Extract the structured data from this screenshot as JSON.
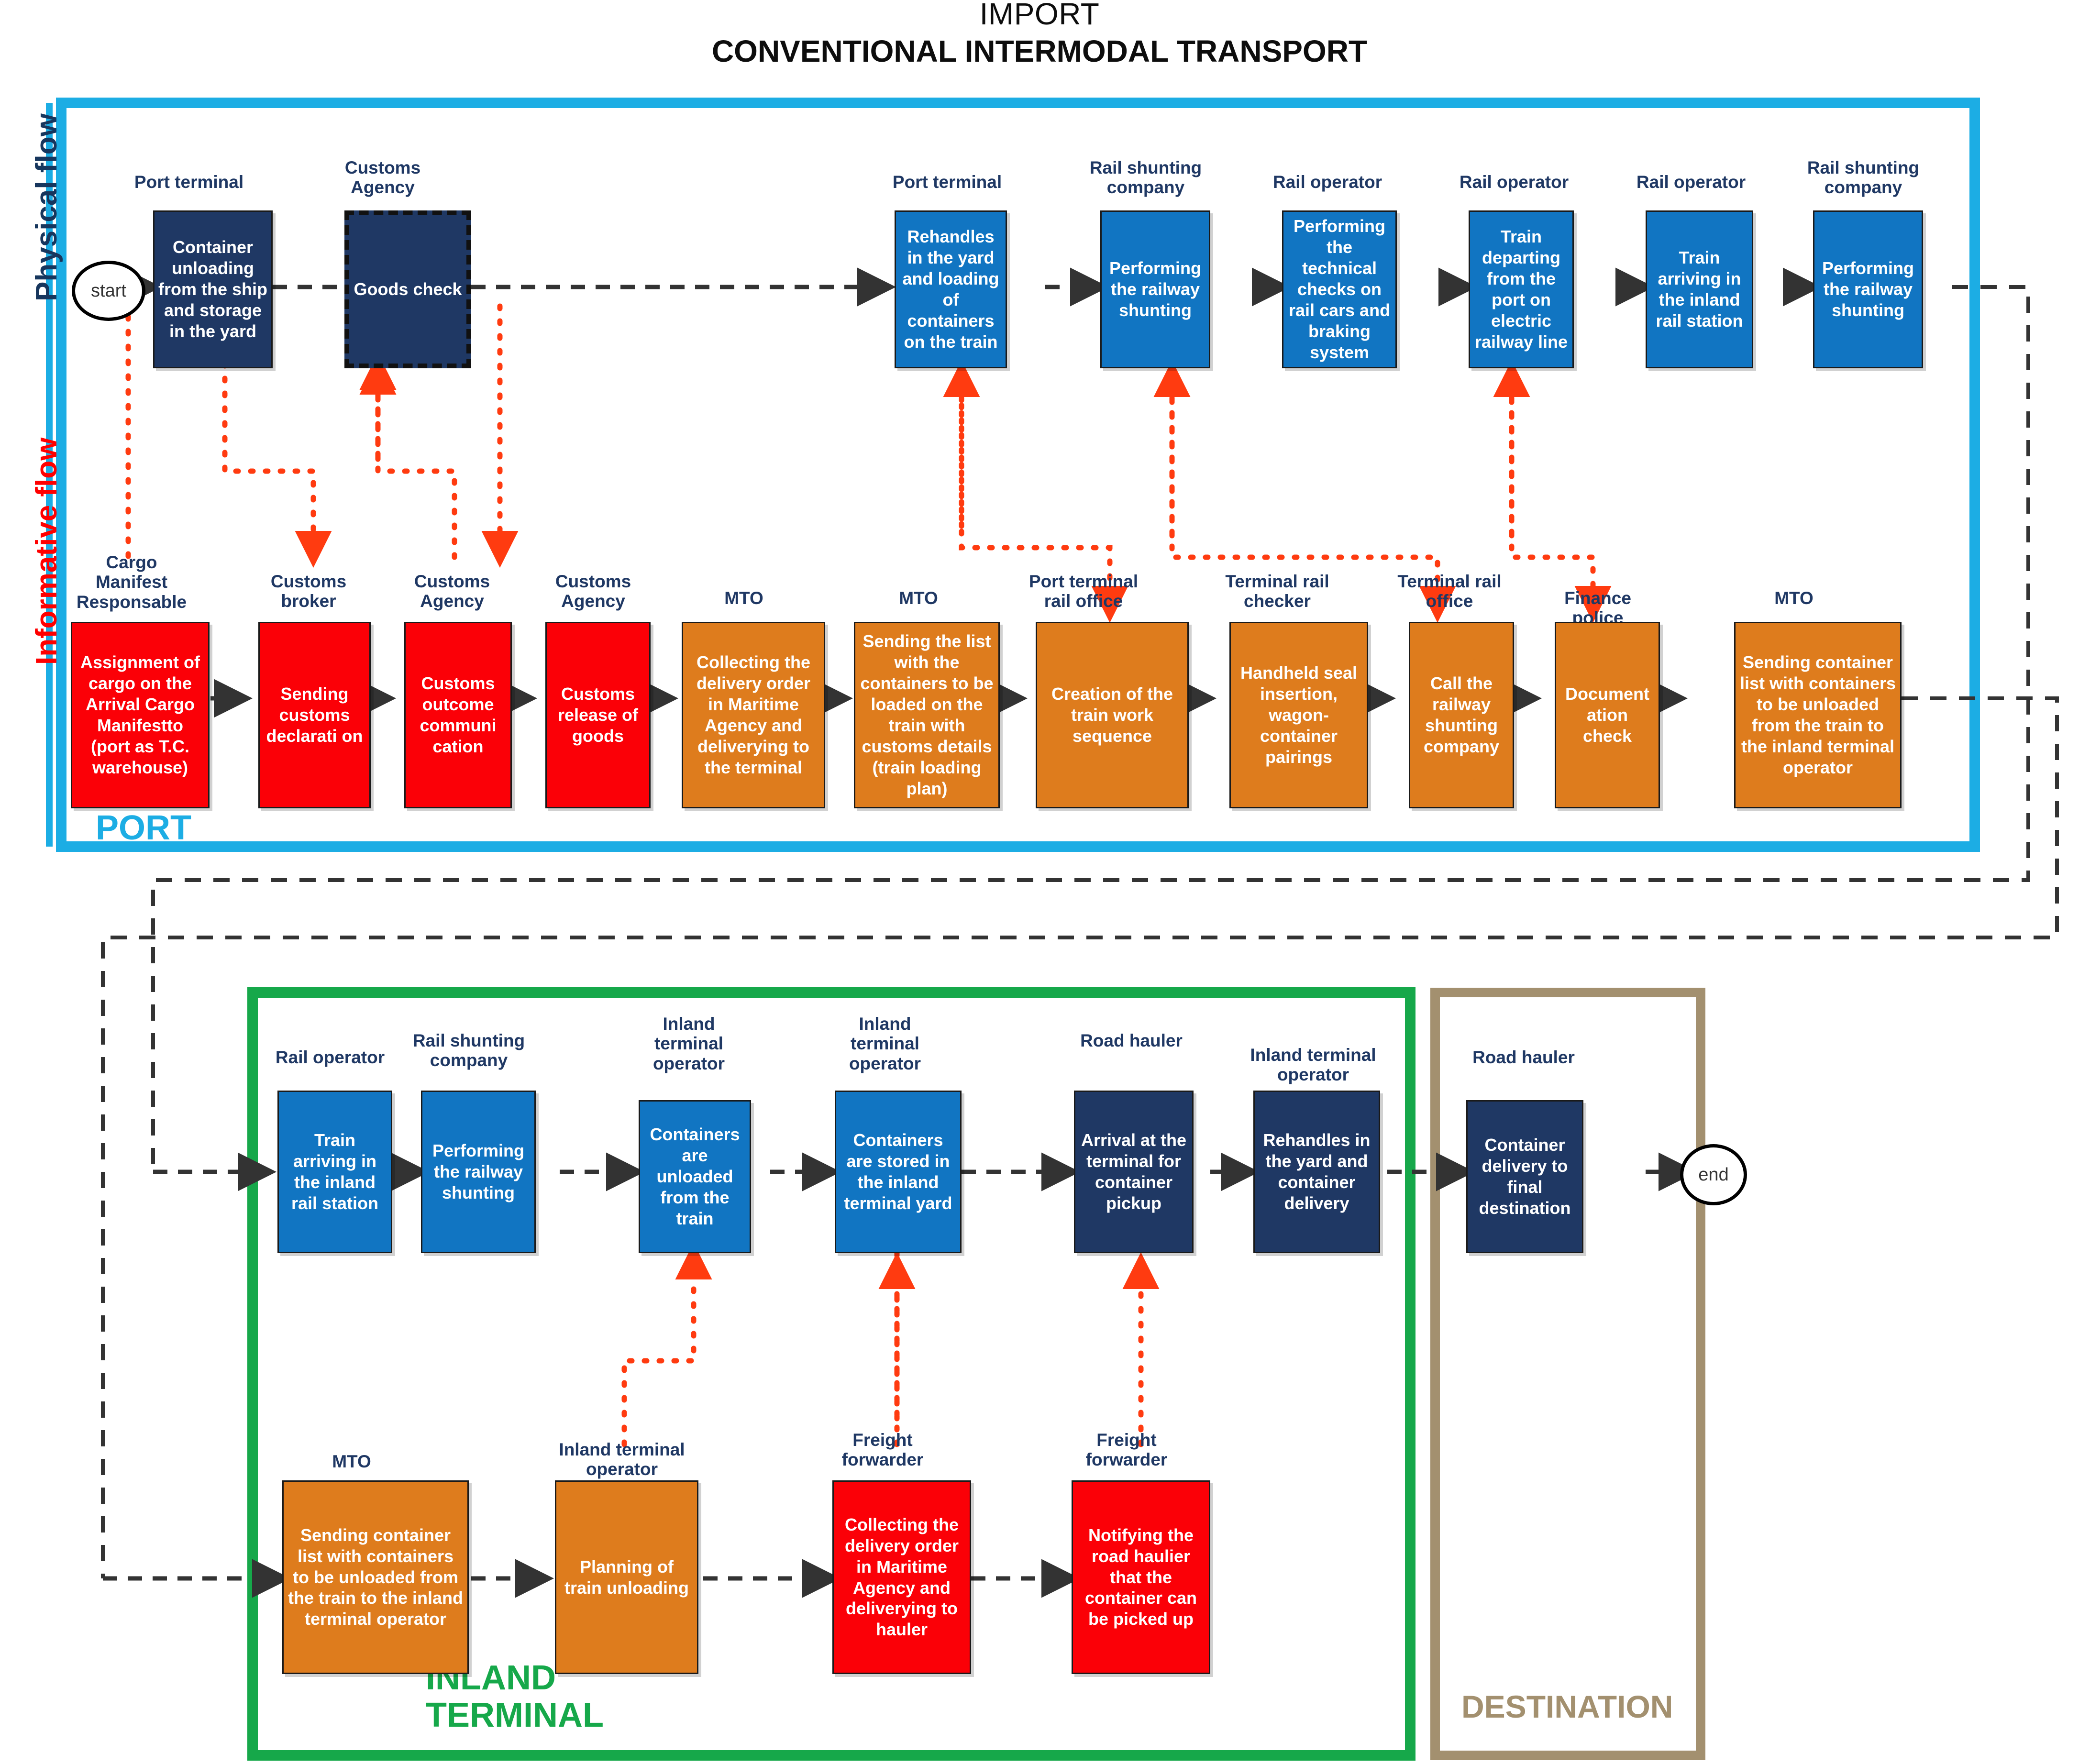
{
  "title": {
    "line1": "IMPORT",
    "line2": "CONVENTIONAL INTERMODAL TRANSPORT"
  },
  "side_labels": {
    "physical": "Physical flow",
    "informative": "Informative flow"
  },
  "zones": {
    "port": {
      "label": "PORT",
      "color": "#1cade4"
    },
    "inland": {
      "label_line1": "INLAND",
      "label_line2": "TERMINAL",
      "color": "#16a84a"
    },
    "destination": {
      "label": "DESTINATION",
      "color": "#a3906f"
    }
  },
  "terminals": {
    "start": "start",
    "end": "end"
  },
  "colors": {
    "navy": "#1f3864",
    "blue": "#1175c2",
    "red": "#fb0007",
    "orange": "#de7c1d",
    "actor_text": "#1f3864",
    "info_arrow": "#ff3b10",
    "flow_arrow": "#333333"
  },
  "port_physical": [
    {
      "actor": "Port terminal",
      "text": "Container unloading from the ship and storage in the yard",
      "fill": "navy"
    },
    {
      "actor": "Customs Agency",
      "text": "Goods check",
      "fill": "navy",
      "dashed_border": true
    },
    {
      "actor": "Port terminal",
      "text": "Rehandles in the yard and loading of containers on the train",
      "fill": "blue"
    },
    {
      "actor": "Rail shunting company",
      "text": "Performing the railway shunting",
      "fill": "blue"
    },
    {
      "actor": "Rail operator",
      "text": "Performing the technical checks on rail cars and braking system",
      "fill": "blue"
    },
    {
      "actor": "Rail operator",
      "text": "Train departing from the port on electric railway line",
      "fill": "blue"
    },
    {
      "actor": "Rail operator",
      "text": "Train arriving in the inland rail station",
      "fill": "blue"
    },
    {
      "actor": "Rail shunting company",
      "text": "Performing the railway shunting",
      "fill": "blue"
    }
  ],
  "port_informative": [
    {
      "actor": "Cargo Manifest Responsable",
      "text": "Assignment of cargo on the Arrival Cargo Manifestto (port as T.C. warehouse)",
      "fill": "red"
    },
    {
      "actor": "Customs broker",
      "text": "Sending customs declarati on",
      "fill": "red"
    },
    {
      "actor": "Customs Agency",
      "text": "Customs outcome communi cation",
      "fill": "red"
    },
    {
      "actor": "Customs Agency",
      "text": "Customs release of goods",
      "fill": "red"
    },
    {
      "actor": "MTO",
      "text": "Collecting the delivery order in Maritime Agency and deliverying to the terminal",
      "fill": "orange"
    },
    {
      "actor": "MTO",
      "text": "Sending the list with the containers to be loaded on the train with customs details (train loading plan)",
      "fill": "orange"
    },
    {
      "actor": "Port terminal rail office",
      "text": "Creation of the train work sequence",
      "fill": "orange"
    },
    {
      "actor": "Terminal rail checker",
      "text": "Handheld seal insertion, wagon-container pairings",
      "fill": "orange"
    },
    {
      "actor": "Terminal rail office",
      "text": "Call the railway shunting company",
      "fill": "orange"
    },
    {
      "actor": "Finance police",
      "text": "Document ation check",
      "fill": "orange"
    },
    {
      "actor": "MTO",
      "text": "Sending container list with containers to be unloaded from the train to the inland terminal operator",
      "fill": "orange"
    }
  ],
  "inland_physical": [
    {
      "actor": "Rail operator",
      "text": "Train arriving in the inland rail station",
      "fill": "blue"
    },
    {
      "actor": "Rail shunting company",
      "text": "Performing the railway shunting",
      "fill": "blue"
    },
    {
      "actor": "Inland terminal operator",
      "text": "Containers are unloaded from the train",
      "fill": "blue"
    },
    {
      "actor": "Inland terminal operator",
      "text": "Containers are stored in the inland terminal yard",
      "fill": "blue"
    },
    {
      "actor": "Road hauler",
      "text": "Arrival at the terminal for container pickup",
      "fill": "navy"
    },
    {
      "actor": "Inland terminal operator",
      "text": "Rehandles in the yard and container delivery",
      "fill": "navy"
    }
  ],
  "destination_physical": [
    {
      "actor": "Road hauler",
      "text": "Container delivery to final destination",
      "fill": "navy"
    }
  ],
  "inland_informative": [
    {
      "actor": "MTO",
      "text": "Sending container list with containers to be unloaded from the train to the inland terminal operator",
      "fill": "orange"
    },
    {
      "actor": "Inland terminal operator",
      "text": "Planning of train unloading",
      "fill": "orange"
    },
    {
      "actor": "Freight forwarder",
      "text": "Collecting the delivery order in Maritime Agency and deliverying to hauler",
      "fill": "red"
    },
    {
      "actor": "Freight forwarder",
      "text": "Notifying the road haulier that the container can be picked up",
      "fill": "red"
    }
  ]
}
